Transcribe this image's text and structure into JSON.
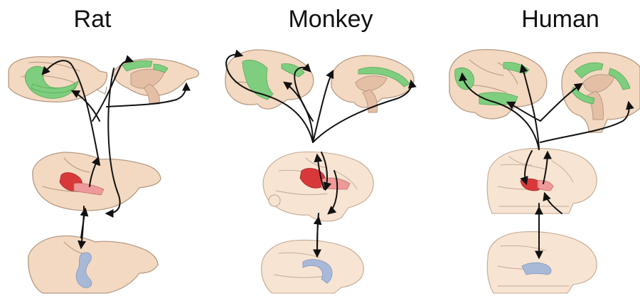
{
  "columns": [
    {
      "id": "rat",
      "label": "Rat"
    },
    {
      "id": "monkey",
      "label": "Monkey"
    },
    {
      "id": "human",
      "label": "Human"
    }
  ],
  "colors": {
    "cortex_regions": "#7fce7f",
    "striatum_core": "#d9383a",
    "striatum_extension": "#ef9a9a",
    "hippocampus": "#a8b9d8",
    "brain_tissue": "#f3d9c1",
    "arrows": "#111111"
  }
}
